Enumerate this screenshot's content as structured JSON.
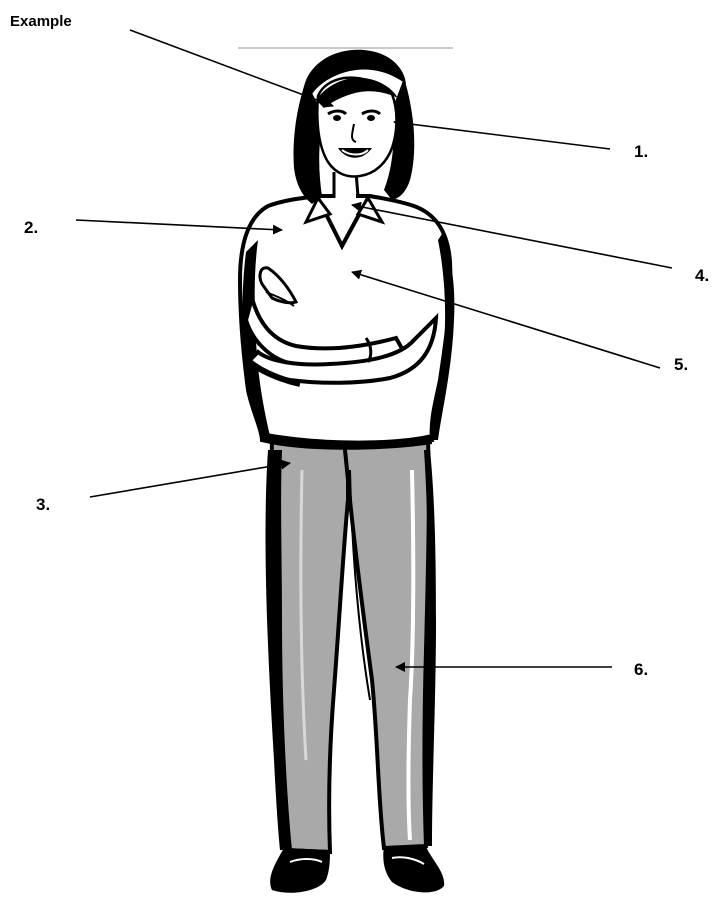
{
  "labels": {
    "example": "Example",
    "l1": "1.",
    "l2": "2.",
    "l3": "3.",
    "l4": "4.",
    "l5": "5.",
    "l6": "6."
  },
  "colors": {
    "ink": "#000000",
    "pants": "#a8a8a8",
    "shirt": "#ffffff",
    "skin": "#ffffff"
  },
  "figure": {
    "subject": "woman-with-crossed-arms",
    "icon": "person-clipart"
  }
}
